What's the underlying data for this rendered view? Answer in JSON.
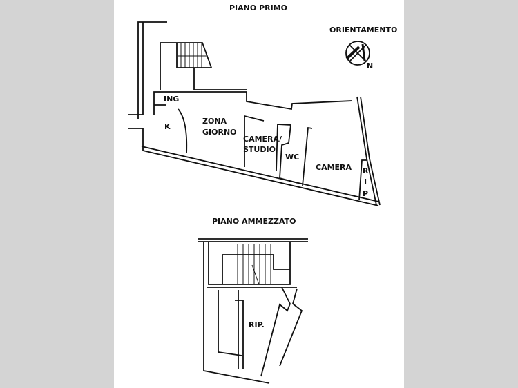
{
  "colors": {
    "background": "#d4d4d4",
    "sheet": "#ffffff",
    "lines": "#111111"
  },
  "upper_plan": {
    "title": "PIANO PRIMO",
    "orientation_label": "ORIENTAMENTO",
    "north_label": "N",
    "rooms": {
      "entrance": "ING",
      "kitchen": "K",
      "living_1": "ZONA",
      "living_2": "GIORNO",
      "bedroom_study_1": "CAMERA/",
      "bedroom_study_2": "STUDIO",
      "bathroom": "WC",
      "bedroom": "CAMERA",
      "storage_r": "R",
      "storage_i": "I",
      "storage_p": "P"
    }
  },
  "lower_plan": {
    "title": "PIANO AMMEZZATO",
    "rooms": {
      "storage": "RIP."
    }
  }
}
